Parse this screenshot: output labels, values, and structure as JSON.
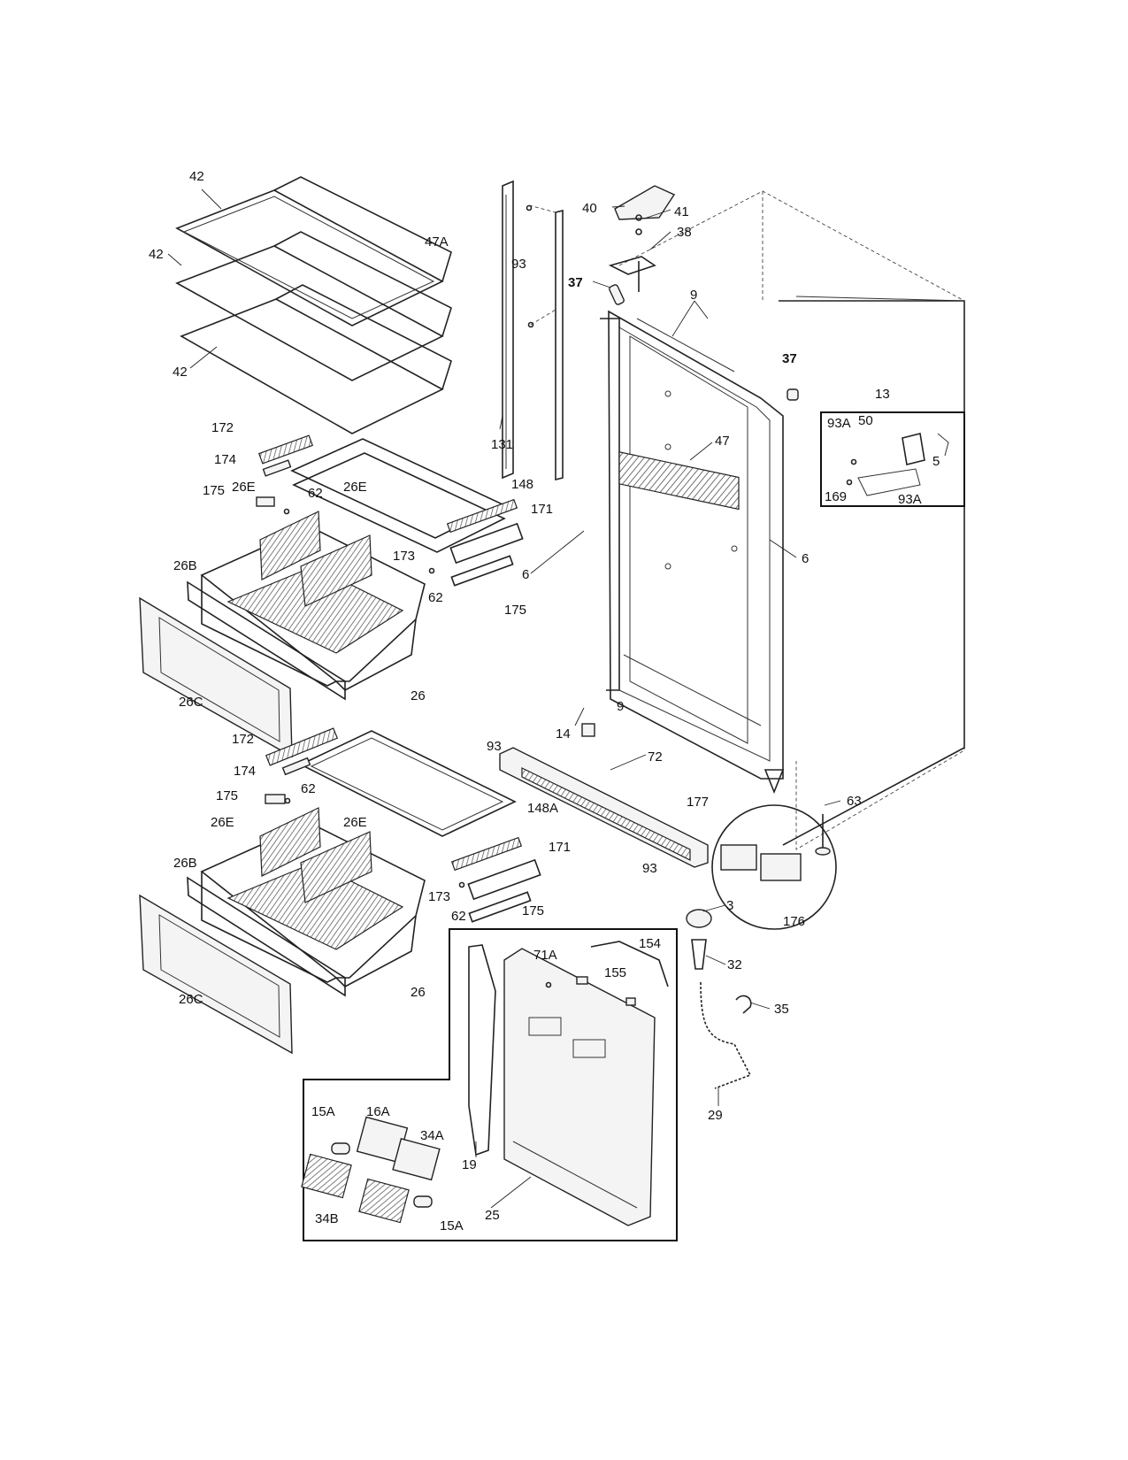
{
  "labels": {
    "shelf_top": "42",
    "shelf_mid": "42",
    "shelf_low": "42",
    "rail_left": "131",
    "screw_rail": "93",
    "hinge_cover": "40",
    "hinge_screws": "41",
    "hinge_top": "38",
    "bushing_left": "37",
    "bushing_right": "37",
    "gasket_top": "9",
    "gasket_bottom": "9",
    "gasket_left": "6",
    "gasket_right": "6",
    "liner_vent": "47",
    "light_box_13": "13",
    "light_box_93a_top": "93A",
    "light_box_50": "50",
    "light_box_5": "5",
    "light_box_169": "169",
    "light_box_93a_bot": "93A",
    "cover_47a": "47A",
    "bracket_172_top": "172",
    "bracket_174_top": "174",
    "bracket_175_top": "175",
    "screw_62_top": "62",
    "shelf_148": "148",
    "bracket_171_top": "171",
    "bracket_173_top": "173",
    "screw_62_top2": "62",
    "bracket_175_top2": "175",
    "crisper_26e_a": "26E",
    "crisper_26e_b": "26E",
    "crisper_26b_top": "26B",
    "crisper_26_top": "26",
    "crisper_26c_top": "26C",
    "part_14": "14",
    "screw_93_grille": "93",
    "grille_72": "72",
    "screw_93_grille2": "93",
    "foot_63": "63",
    "part_177": "177",
    "part_176": "176",
    "bracket_172_bot": "172",
    "bracket_174_bot": "174",
    "bracket_175_bot": "175",
    "screw_62_bot": "62",
    "shelf_148a": "148A",
    "bracket_171_bot": "171",
    "crisper_26e_c": "26E",
    "crisper_26e_d": "26E",
    "crisper_26b_bot": "26B",
    "bracket_173_bot": "173",
    "screw_62_bot2": "62",
    "bracket_175_bot2": "175",
    "crisper_26_bot": "26",
    "crisper_26c_bot": "26C",
    "cap_3": "3",
    "drain_32": "32",
    "clip_35": "35",
    "tube_29": "29",
    "panel_71a": "71A",
    "wire_154": "154",
    "clip_155": "155",
    "lamp_15a_top": "15A",
    "lamp_16a": "16A",
    "lamp_34a": "34A",
    "channel_19": "19",
    "lens_34b": "34B",
    "lamp_15a_bot": "15A",
    "panel_25": "25"
  }
}
